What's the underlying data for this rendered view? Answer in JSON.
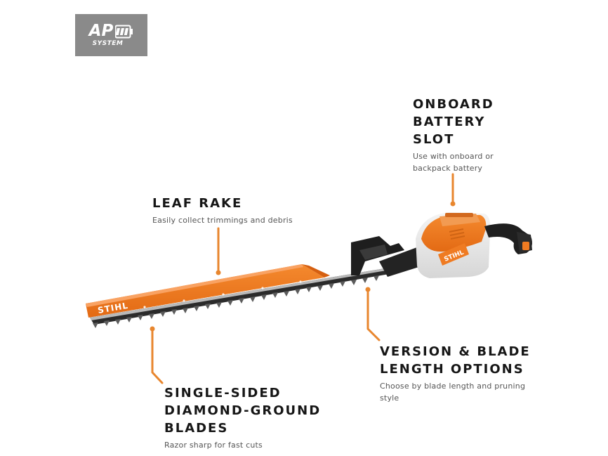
{
  "badge": {
    "title": "AP",
    "subtitle": "SYSTEM"
  },
  "product": {
    "brand": "STIHL"
  },
  "callouts": {
    "battery": {
      "title_lines": [
        "ONBOARD",
        "BATTERY",
        "SLOT"
      ],
      "description_lines": [
        "Use with onboard or",
        "backpack battery"
      ]
    },
    "leaf_rake": {
      "title_lines": [
        "LEAF RAKE"
      ],
      "description_lines": [
        "Easily collect trimmings and debris"
      ]
    },
    "version": {
      "title_lines": [
        "VERSION & BLADE",
        "LENGTH OPTIONS"
      ],
      "description_lines": [
        "Choose by blade length and pruning",
        "style"
      ]
    },
    "blades": {
      "title_lines": [
        "SINGLE-SIDED",
        "DIAMOND-GROUND",
        "BLADES"
      ],
      "description_lines": [
        "Razor sharp for fast cuts"
      ]
    }
  },
  "colors": {
    "stihl_orange": "#ef7b22",
    "leader_line": "#e8862e",
    "dark_body": "#1e1e1e",
    "housing_white": "#eeeeee",
    "badge_gray": "#8a8a8a"
  }
}
